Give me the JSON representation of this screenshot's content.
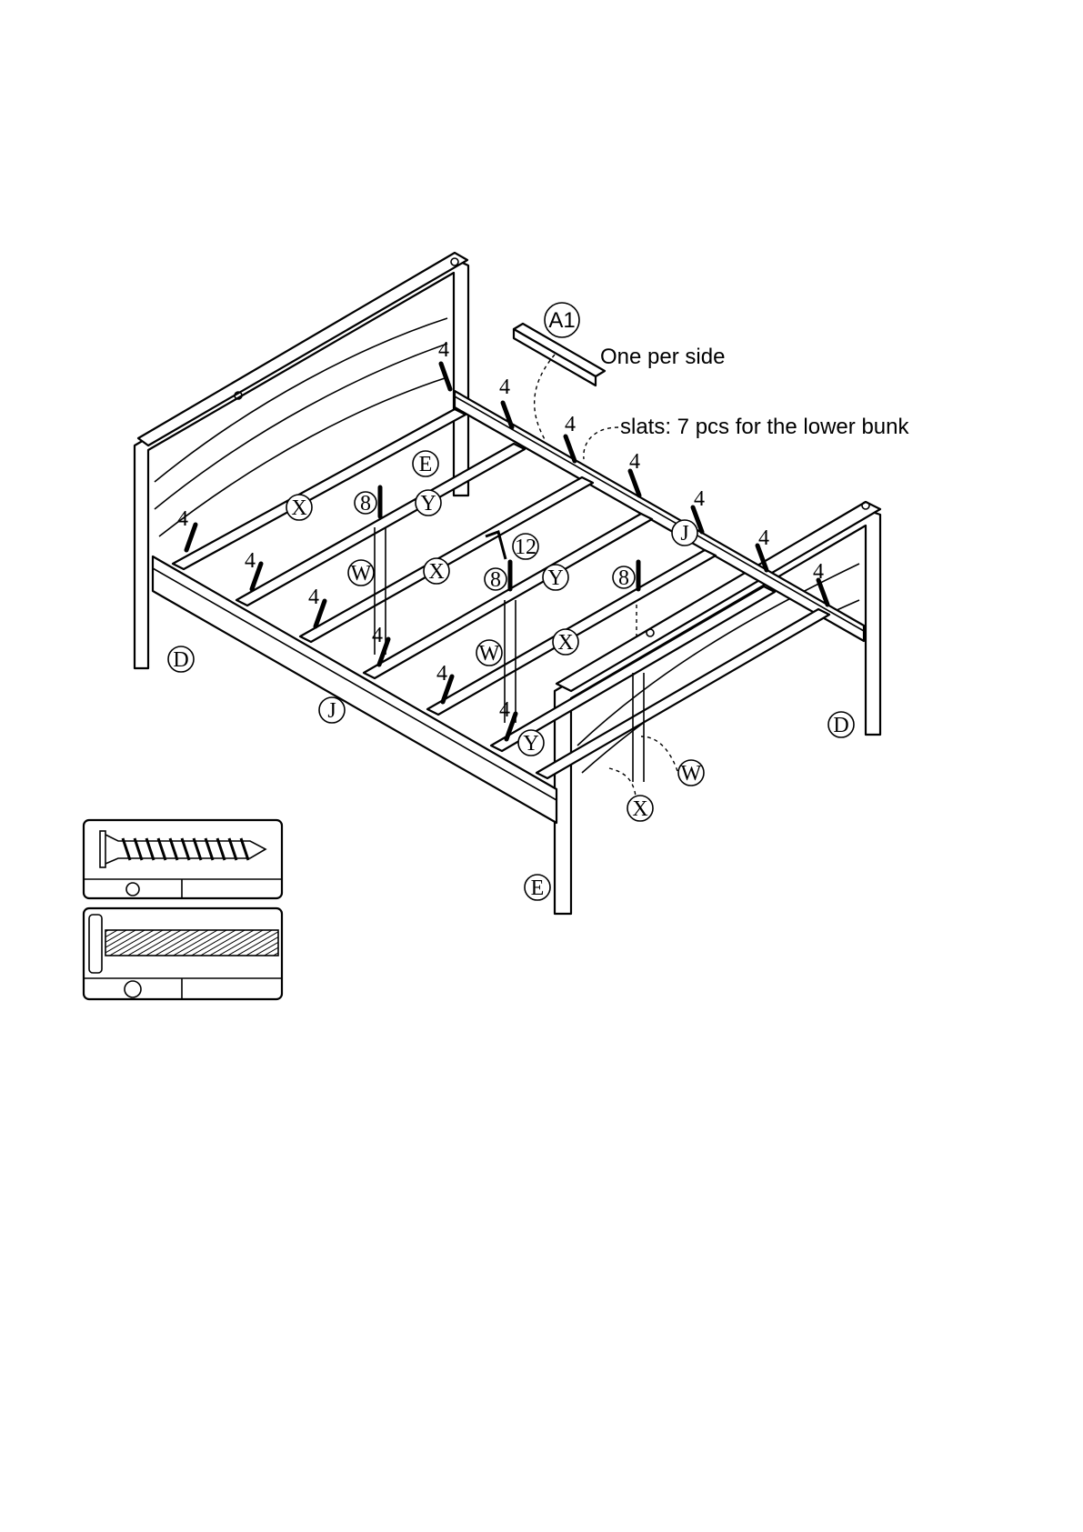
{
  "callouts": {
    "part_a1": "A1",
    "one_per_side": "One per side",
    "slats_note": "slats: 7 pcs for the lower bunk"
  },
  "part_labels": {
    "d": "D",
    "e": "E",
    "j": "J",
    "w": "W",
    "x": "X",
    "y": "Y"
  },
  "quantities": {
    "four": "4",
    "eight": "8",
    "twelve": "12"
  }
}
